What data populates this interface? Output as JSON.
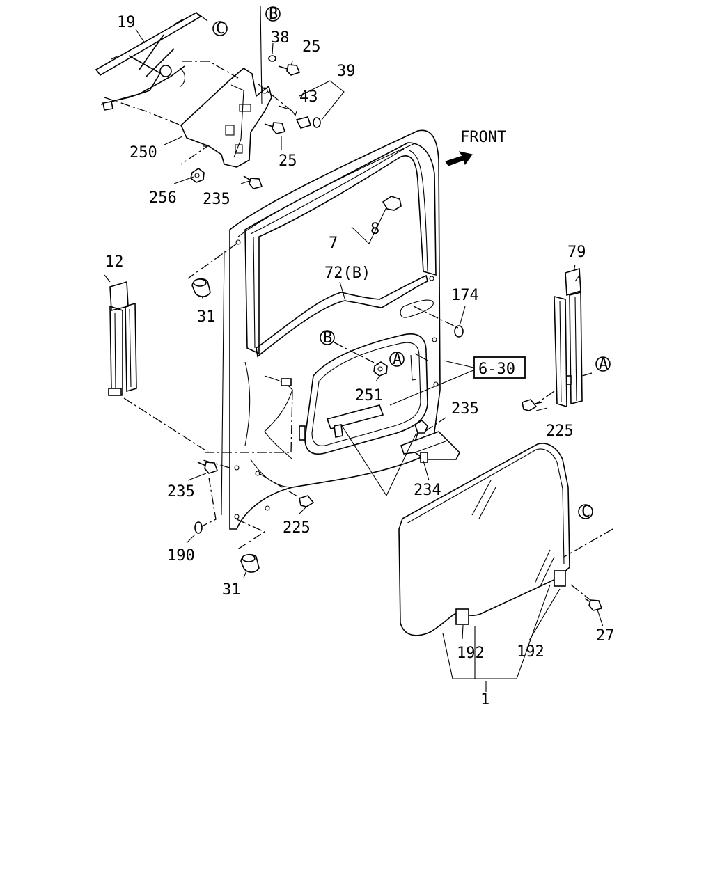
{
  "diagram": {
    "front_label": "FRONT",
    "ref_box_label": "6-30",
    "callouts": {
      "B_top": "B",
      "C_top": "C",
      "B_mid": "B",
      "A_mid": "A",
      "A_right": "A",
      "C_right": "C"
    },
    "labels": {
      "l19": "19",
      "l38": "38",
      "l25a": "25",
      "l39": "39",
      "l43": "43",
      "l250": "250",
      "l25b": "25",
      "l256": "256",
      "l235a": "235",
      "l7": "7",
      "l8": "8",
      "l12": "12",
      "l31a": "31",
      "l72": "72(B)",
      "l174": "174",
      "l79": "79",
      "l251": "251",
      "l235b": "235",
      "l225a": "225",
      "l234": "234",
      "l235c": "235",
      "l225b": "225",
      "l190": "190",
      "l31b": "31",
      "l192a": "192",
      "l192b": "192",
      "l27": "27",
      "l1": "1"
    }
  }
}
